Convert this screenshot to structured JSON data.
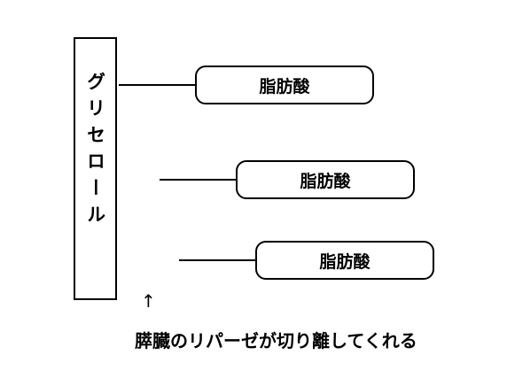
{
  "glycerol": {
    "label": "グリセロール"
  },
  "fatty_acids": [
    {
      "label": "脂肪酸"
    },
    {
      "label": "脂肪酸"
    },
    {
      "label": "脂肪酸"
    }
  ],
  "arrow": "↑",
  "caption": "膵臓のリパーゼが切り離してくれる"
}
